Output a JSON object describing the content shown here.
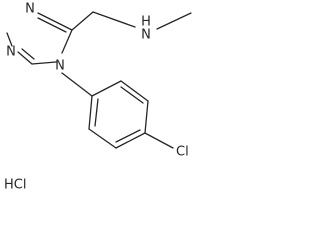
{
  "molecule": {
    "atom_labels": {
      "n1": "N",
      "n2": "N",
      "n4": "N",
      "nh": "H",
      "n_amine": "N",
      "cl": "Cl"
    },
    "salt": "HCl"
  },
  "colors": {
    "bond": "#262626",
    "text": "#262626",
    "background": "#ffffff"
  }
}
